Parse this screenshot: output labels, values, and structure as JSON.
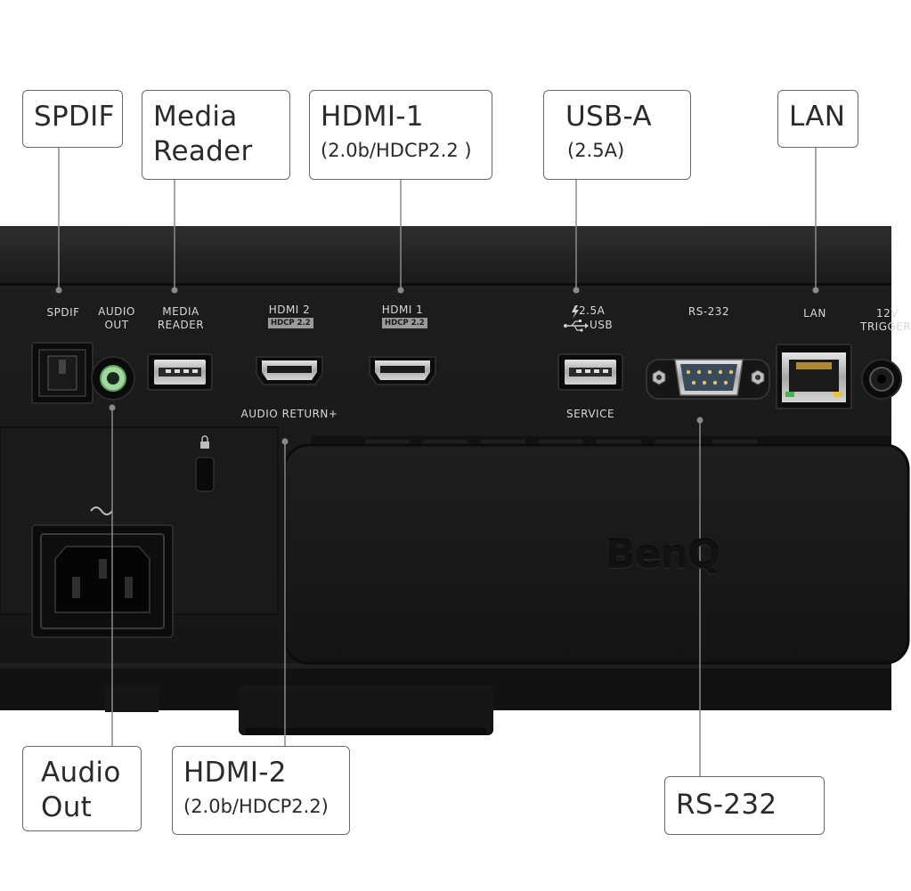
{
  "callouts": {
    "spdif": {
      "line1": "SPDIF"
    },
    "media_reader": {
      "line1": "Media",
      "line2": "Reader"
    },
    "hdmi1": {
      "title": "HDMI-1",
      "sub": "(2.0b/HDCP2.2 )"
    },
    "usba": {
      "title": "USB-A",
      "sub": "(2.5A)"
    },
    "lan": {
      "line1": "LAN"
    },
    "audio_out": {
      "line1": "Audio",
      "line2": "Out"
    },
    "hdmi2": {
      "title": "HDMI-2",
      "sub": "(2.0b/HDCP2.2)"
    },
    "rs232": {
      "line1": "RS-232"
    }
  },
  "panel": {
    "spdif": "SPDIF",
    "audio_out_1": "AUDIO",
    "audio_out_2": "OUT",
    "media_reader_1": "MEDIA",
    "media_reader_2": "READER",
    "hdmi2": "HDMI 2",
    "hdmi2_chip": "HDCP 2.2",
    "hdmi1": "HDMI 1",
    "hdmi1_chip": "HDCP 2.2",
    "audio_return": "AUDIO RETURN+",
    "usb_current": "2.5A",
    "usb": "USB",
    "service": "SERVICE",
    "rs232": "RS-232",
    "lan": "LAN",
    "trigger_1": "12V",
    "trigger_2": "TRIGGER",
    "brand": "BenQ"
  },
  "icons": {
    "lightning": "lightning-icon",
    "usb_symbol": "usb-symbol-icon",
    "lock": "lock-icon",
    "ac": "ac-symbol-icon"
  },
  "colors": {
    "body": "#1b1b1b",
    "callout_border": "#6a6a6a",
    "leader_line": "#8a8a8a",
    "label_text": "#d8d8d8",
    "audio_jack": "#9ed89e"
  }
}
